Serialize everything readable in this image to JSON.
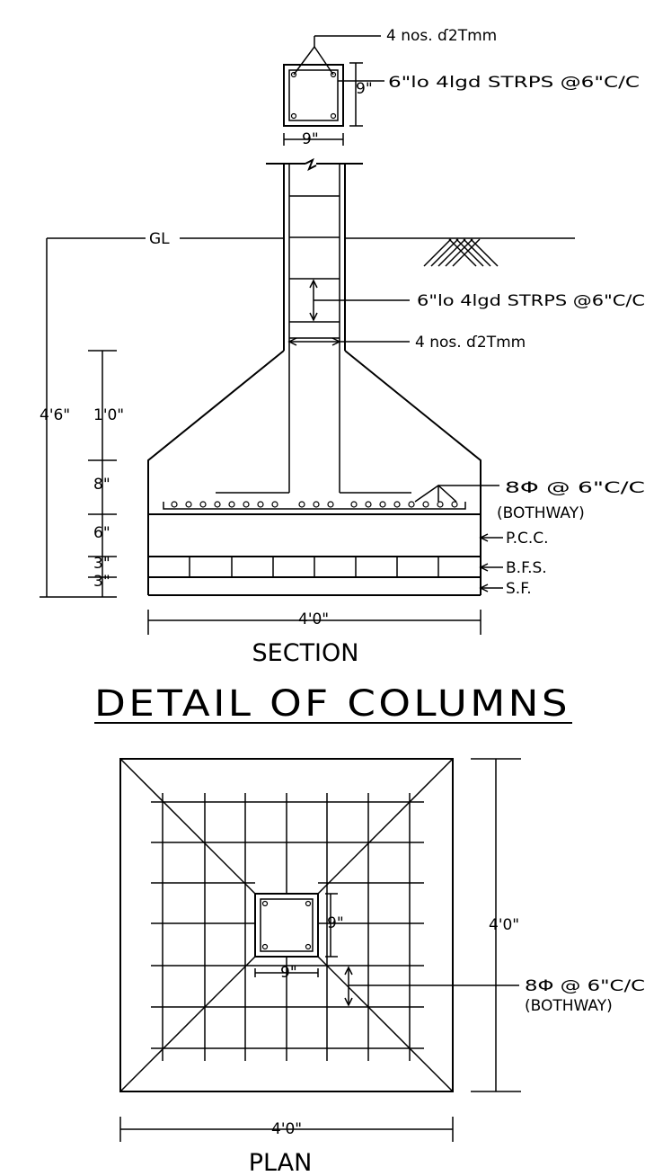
{
  "top_detail": {
    "bars_label": "4 nos. ɗ2Tmm",
    "stirrup_label": "6\"lo 4lgd STRPS @6\"C/C",
    "dim_depth": "9\"",
    "dim_width": "9\""
  },
  "section": {
    "gl_label": "GL",
    "stirrup_label": "6\"lo 4lgd STRPS @6\"C/C",
    "bars_label": "4 nos. ɗ2Tmm",
    "total_depth": "4'6\"",
    "dims": [
      "1'0\"",
      "8\"",
      "6\"",
      "3\"",
      "3\""
    ],
    "mesh_label": "8Φ @ 6\"C/C",
    "mesh_note": "(BOTHWAY)",
    "layer_pcc": "P.C.C.",
    "layer_bfs": "B.F.S.",
    "layer_sf": "S.F.",
    "width_dim": "4'0\"",
    "caption": "SECTION"
  },
  "title": "DETAIL OF COLUMNS",
  "plan": {
    "height_dim": "4'0\"",
    "col_depth": "9\"",
    "col_width": "9\"",
    "mesh_label": "8Φ @ 6\"C/C",
    "mesh_note": "(BOTHWAY)",
    "width_dim": "4'0\"",
    "caption": "PLAN"
  }
}
